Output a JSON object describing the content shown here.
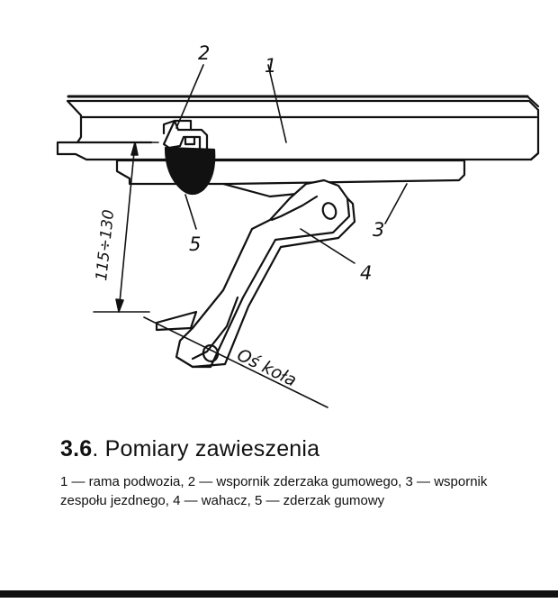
{
  "diagram": {
    "labels": {
      "frame": "1",
      "bracket_bumper": "2",
      "bracket_running_gear": "3",
      "swing_arm": "4",
      "bumper": "5"
    },
    "dimension": "115÷130",
    "wheel_axis": "Oś koła"
  },
  "caption": {
    "figure_number": "3.6",
    "title": "Pomiary zawieszenia",
    "legend": "1 — rama podwozia, 2 — wspornik zderzaka gumowego, 3 — wspornik zespołu jezdnego, 4 — wahacz, 5 — zderzak gumowy"
  }
}
